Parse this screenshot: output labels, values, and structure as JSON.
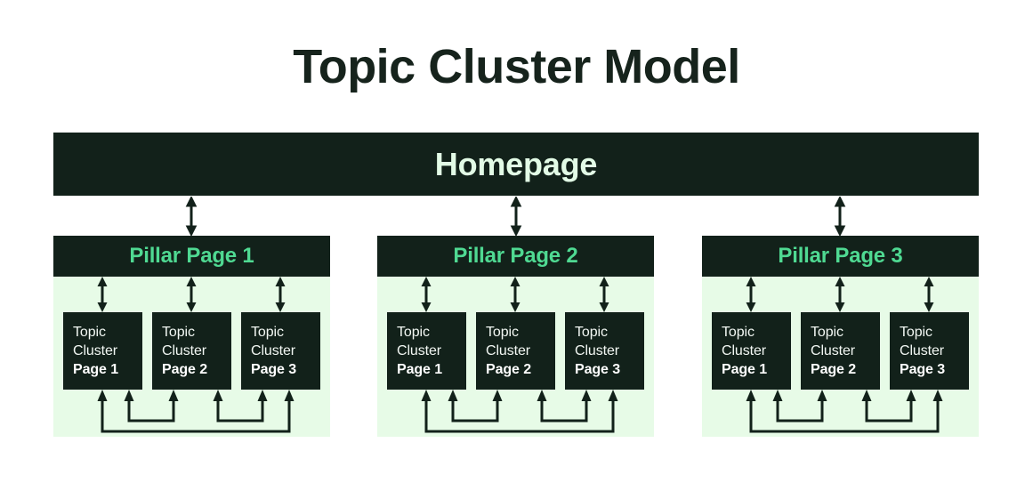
{
  "title": "Topic Cluster Model",
  "homepage": {
    "label": "Homepage"
  },
  "colors": {
    "dark": "#12211a",
    "panel_green": "#e7fbe7",
    "accent_green": "#4fd992",
    "homepage_text": "#e2fbe6",
    "title_text": "#16231c",
    "background": "#ffffff"
  },
  "groups": [
    {
      "pillar_label": "Pillar Page 1",
      "clusters": [
        {
          "line1": "Topic",
          "line2": "Cluster",
          "line3": "Page 1"
        },
        {
          "line1": "Topic",
          "line2": "Cluster",
          "line3": "Page 2"
        },
        {
          "line1": "Topic",
          "line2": "Cluster",
          "line3": "Page 3"
        }
      ]
    },
    {
      "pillar_label": "Pillar Page 2",
      "clusters": [
        {
          "line1": "Topic",
          "line2": "Cluster",
          "line3": "Page 1"
        },
        {
          "line1": "Topic",
          "line2": "Cluster",
          "line3": "Page 2"
        },
        {
          "line1": "Topic",
          "line2": "Cluster",
          "line3": "Page 3"
        }
      ]
    },
    {
      "pillar_label": "Pillar Page 3",
      "clusters": [
        {
          "line1": "Topic",
          "line2": "Cluster",
          "line3": "Page 1"
        },
        {
          "line1": "Topic",
          "line2": "Cluster",
          "line3": "Page 2"
        },
        {
          "line1": "Topic",
          "line2": "Cluster",
          "line3": "Page 3"
        }
      ]
    }
  ]
}
